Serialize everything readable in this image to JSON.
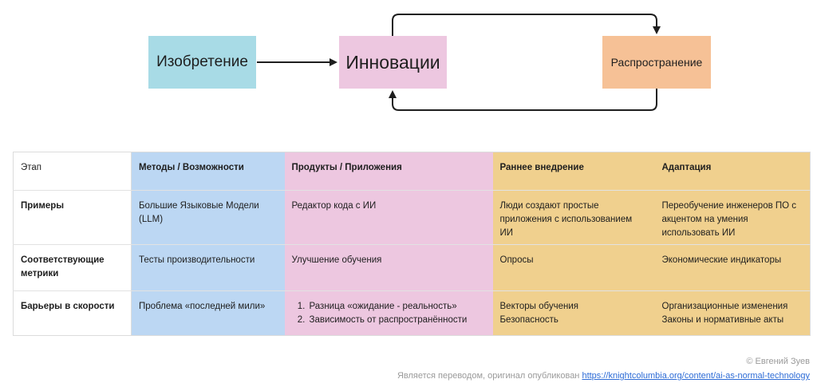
{
  "diagram": {
    "invention": "Изобретение",
    "innovation": "Инновации",
    "diffusion": "Распространение"
  },
  "table": {
    "headers": [
      "Этап",
      "Методы / Возможности",
      "Продукты / Приложения",
      "Раннее внедрение",
      "Адаптация"
    ],
    "rows": [
      {
        "label": "Примеры",
        "cells": [
          "Большие Языковые Модели (LLM)",
          "Редактор кода с ИИ",
          "Люди создают простые приложения с использованием ИИ",
          "Переобучение инженеров ПО с акцентом на умения использовать ИИ"
        ]
      },
      {
        "label": "Соответствующие метрики",
        "cells": [
          "Тесты производительности",
          "Улучшение обучения",
          "Опросы",
          "Экономические индикаторы"
        ]
      },
      {
        "label": "Барьеры в скорости",
        "cells": [
          "Проблема «последней мили»",
          [
            "Разница «ожидание - реальность»",
            "Зависимость от распространённости"
          ],
          [
            "Векторы обучения",
            "Безопасность"
          ],
          [
            "Организационные изменения",
            "Законы и нормативные акты"
          ]
        ]
      }
    ]
  },
  "footer": {
    "credit": "© Евгений Зуев",
    "source_prefix": "Является переводом, оригинал опубликован",
    "source_link": "https://knightcolumbia.org/content/ai-as-normal-technology"
  }
}
